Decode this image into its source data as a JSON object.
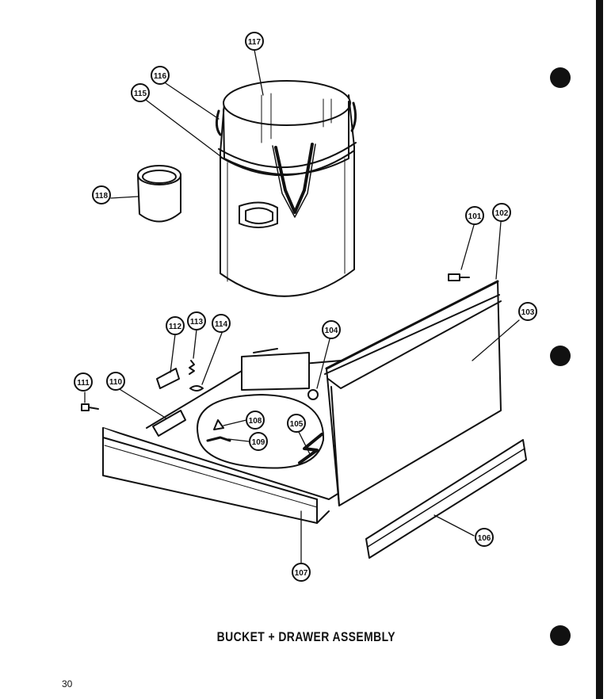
{
  "document": {
    "caption": "BUCKET + DRAWER ASSEMBLY",
    "page_number": "30"
  },
  "callouts": [
    {
      "id": "101",
      "label": "101"
    },
    {
      "id": "102",
      "label": "102"
    },
    {
      "id": "103",
      "label": "103"
    },
    {
      "id": "104",
      "label": "104"
    },
    {
      "id": "105",
      "label": "105"
    },
    {
      "id": "106",
      "label": "106"
    },
    {
      "id": "107",
      "label": "107"
    },
    {
      "id": "108",
      "label": "108"
    },
    {
      "id": "109",
      "label": "109"
    },
    {
      "id": "110",
      "label": "110"
    },
    {
      "id": "111",
      "label": "111"
    },
    {
      "id": "112",
      "label": "112"
    },
    {
      "id": "113",
      "label": "113"
    },
    {
      "id": "114",
      "label": "114"
    },
    {
      "id": "115",
      "label": "115"
    },
    {
      "id": "116",
      "label": "116"
    },
    {
      "id": "117",
      "label": "117"
    },
    {
      "id": "118",
      "label": "118"
    }
  ],
  "colors": {
    "ink": "#111111",
    "paper": "#ffffff"
  }
}
